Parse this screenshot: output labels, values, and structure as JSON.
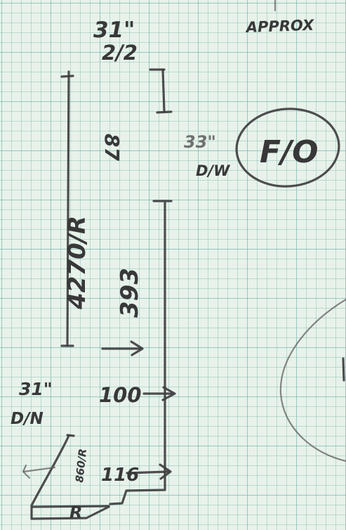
{
  "sketch": {
    "labels": {
      "approx": "APPROX",
      "top_width": "31\"",
      "top_fraction": "2/2",
      "door_size": "33\"",
      "door_direction": "D/W",
      "circled_code": "F/O",
      "left_measure": "87",
      "vertical_total": "4270/R",
      "right_measure": "393",
      "lower_width": "31\"",
      "lower_direction": "D/N",
      "measure_100": "100",
      "measure_116": "116",
      "small_note": "860/R",
      "corner_mark": "R"
    }
  }
}
